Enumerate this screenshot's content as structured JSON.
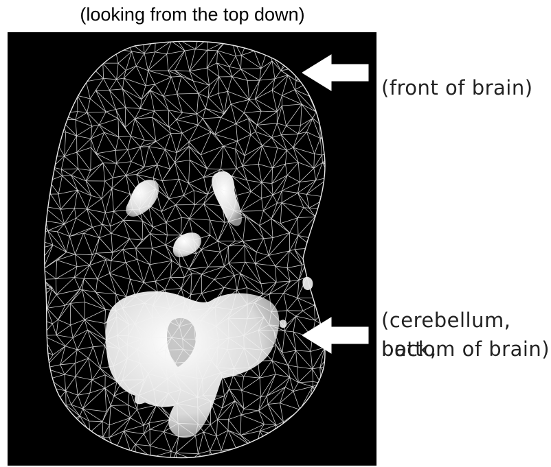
{
  "caption": "(looking from the top down)",
  "labels": {
    "front": "(front of brain)",
    "cerebellum_line1": "(cerebellum, back,",
    "cerebellum_line2": "bottom of brain)"
  },
  "colors": {
    "background": "#000000",
    "mesh": "#f2f2f2",
    "structure": "#e6e6e6",
    "arrow": "#ffffff"
  }
}
